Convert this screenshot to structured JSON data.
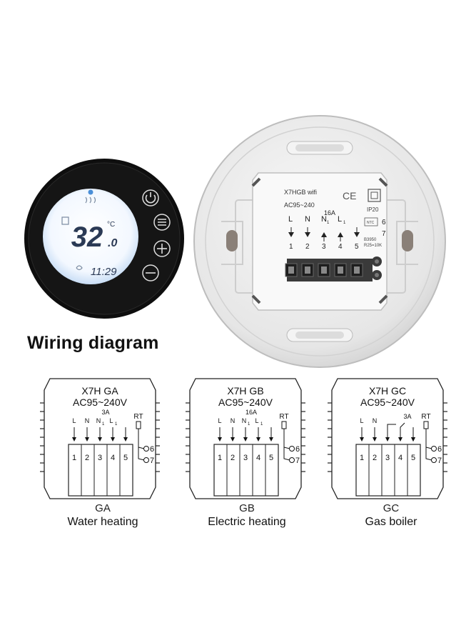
{
  "thermostat": {
    "temperature_main": "32",
    "temperature_decimal": ".0",
    "unit": "°C",
    "clock": "11:29",
    "buttons": [
      "power-icon",
      "menu-icon",
      "plus-icon",
      "minus-icon"
    ]
  },
  "back_unit": {
    "model": "X7HGB wifi",
    "voltage": "AC95~240",
    "ce": "CE",
    "rating": "IP20",
    "current": "16A",
    "terminal_letters": [
      "L",
      "N",
      "N",
      "L"
    ],
    "terminal_subs": [
      "",
      "",
      "1",
      "1"
    ],
    "terminal_numbers": [
      "1",
      "2",
      "3",
      "4",
      "5"
    ],
    "sensor_label": "NTC",
    "sensor_numbers": [
      "6",
      "7"
    ],
    "sensor_spec_1": "B3950",
    "sensor_spec_2": "R25=10K"
  },
  "heading": "Wiring diagram",
  "diagrams": [
    {
      "title": "X7H GA",
      "voltage": "AC95~240V",
      "current": "3A",
      "labels": [
        "L",
        "N",
        "N",
        "L"
      ],
      "subs": [
        "",
        "",
        "1",
        "1"
      ],
      "rt": "RT",
      "terminals": [
        "1",
        "2",
        "3",
        "4",
        "5"
      ],
      "sensor": [
        "6",
        "7"
      ],
      "code": "GA",
      "name": "Water heating"
    },
    {
      "title": "X7H GB",
      "voltage": "AC95~240V",
      "current": "16A",
      "labels": [
        "L",
        "N",
        "N",
        "L"
      ],
      "subs": [
        "",
        "",
        "1",
        "1"
      ],
      "rt": "RT",
      "terminals": [
        "1",
        "2",
        "3",
        "4",
        "5"
      ],
      "sensor": [
        "6",
        "7"
      ],
      "code": "GB",
      "name": "Electric heating"
    },
    {
      "title": "X7H GC",
      "voltage": "AC95~240V",
      "current": "3A",
      "labels": [
        "L",
        "N"
      ],
      "subs": [
        "",
        ""
      ],
      "rt": "RT",
      "terminals": [
        "1",
        "2",
        "3",
        "4",
        "5"
      ],
      "sensor": [
        "6",
        "7"
      ],
      "code": "GC",
      "name": "Gas boiler"
    }
  ]
}
